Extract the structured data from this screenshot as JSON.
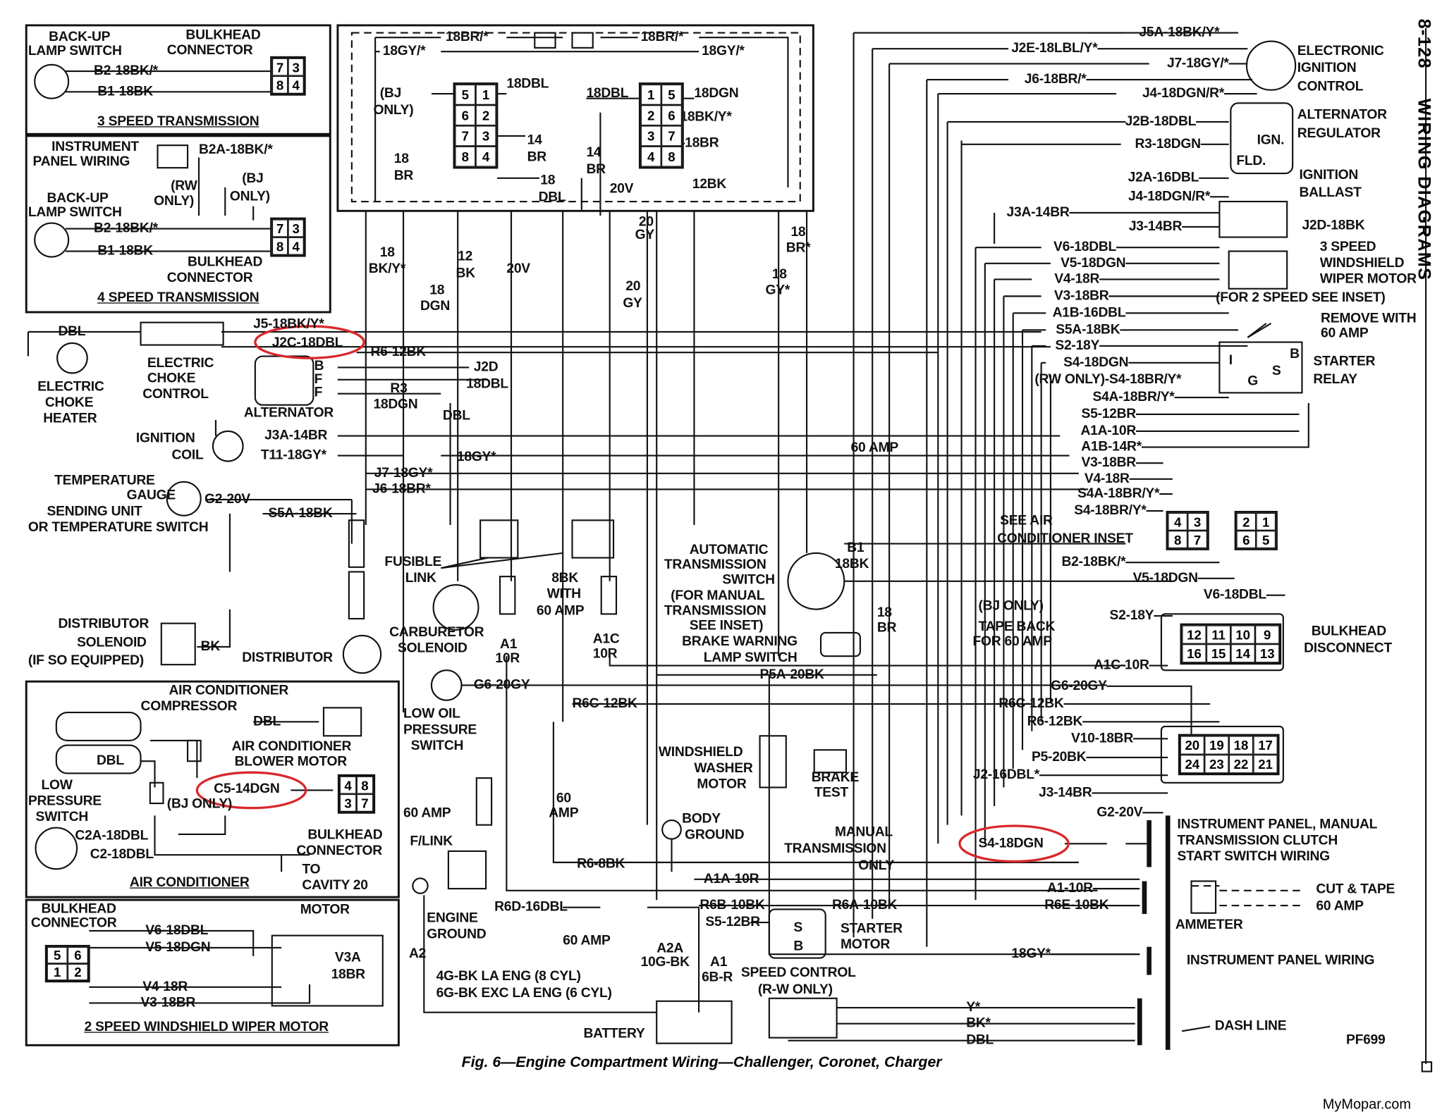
{
  "header": {
    "page_number": "8-128",
    "section_title": "WIRING DIAGRAMS"
  },
  "caption": "Fig. 6—Engine Compartment Wiring—Challenger, Coronet, Charger",
  "figure_code": "PF699",
  "credit": "MyMopar.com",
  "highlight_color": "#d8282c",
  "highlighted": [
    "J2C-18DBL",
    "C5-14DGN",
    "S4-18DGN"
  ],
  "connectors": [
    {
      "name": "3-speed-bulkhead-connector",
      "pins": [
        [
          "7",
          "3"
        ],
        [
          "8",
          "4"
        ]
      ]
    },
    {
      "name": "4-speed-bulkhead-connector",
      "pins": [
        [
          "7",
          "3"
        ],
        [
          "8",
          "4"
        ]
      ]
    },
    {
      "name": "top-left-connector",
      "pins": [
        [
          "5",
          "1"
        ],
        [
          "6",
          "2"
        ],
        [
          "7",
          "3"
        ],
        [
          "8",
          "4"
        ]
      ]
    },
    {
      "name": "top-right-connector",
      "pins": [
        [
          "1",
          "5"
        ],
        [
          "2",
          "6"
        ],
        [
          "3",
          "7"
        ],
        [
          "4",
          "8"
        ]
      ]
    },
    {
      "name": "ac-bulkhead-connector",
      "pins": [
        [
          "4",
          "8"
        ],
        [
          "3",
          "7"
        ]
      ]
    },
    {
      "name": "wiper-bulkhead-connector",
      "pins": [
        [
          "5",
          "6"
        ],
        [
          "1",
          "2"
        ]
      ]
    },
    {
      "name": "ac-inset-connector-a",
      "pins": [
        [
          "4",
          "3"
        ],
        [
          "8",
          "7"
        ]
      ]
    },
    {
      "name": "ac-inset-connector-b",
      "pins": [
        [
          "2",
          "1"
        ],
        [
          "6",
          "5"
        ]
      ]
    },
    {
      "name": "bulkhead-disconnect-upper",
      "pins": [
        [
          "12",
          "11",
          "10",
          "9"
        ],
        [
          "16",
          "15",
          "14",
          "13"
        ]
      ]
    },
    {
      "name": "bulkhead-disconnect-lower",
      "pins": [
        [
          "20",
          "19",
          "18",
          "17"
        ],
        [
          "24",
          "23",
          "22",
          "21"
        ]
      ]
    }
  ],
  "labels": {
    "box1": [
      "BACK-UP",
      "LAMP SWITCH",
      "BULKHEAD",
      "CONNECTOR",
      "B2-18BK/*",
      "B1-18BK",
      "3 SPEED TRANSMISSION"
    ],
    "box2": [
      "INSTRUMENT",
      "PANEL WIRING",
      "B2A-18BK/*",
      "(RW",
      "ONLY)",
      "(BJ",
      "ONLY)",
      "BACK-UP",
      "LAMP SWITCH",
      "B2-18BK/*",
      "B1-18BK",
      "BULKHEAD",
      "CONNECTOR",
      "4 SPEED TRANSMISSION"
    ],
    "top": [
      "18BR/*",
      "18BR/*",
      "18GY/*",
      "18GY/*",
      "(BJ",
      "ONLY)",
      "18DBL",
      "18DBL",
      "18DGN",
      "18BK/Y*",
      "18BR",
      "14",
      "BR",
      "18",
      "BR",
      "18",
      "DBL",
      "14",
      "BR",
      "20V",
      "12BK",
      "20",
      "GY",
      "18",
      "BR*",
      "18",
      "BK/Y*",
      "12",
      "BK",
      "20V",
      "18",
      "DGN",
      "20",
      "GY",
      "18",
      "GY*"
    ],
    "left": [
      "DBL",
      "J5-18BK/Y*",
      "J2C-18DBL",
      "R6-12BK",
      "ELECTRIC",
      "CHOKE",
      "CONTROL",
      "ELECTRIC",
      "CHOKE",
      "HEATER",
      "J2D",
      "18DBL",
      "R3",
      "18DGN",
      "DBL",
      "ALTERNATOR",
      "B",
      "F",
      "F",
      "IGNITION",
      "COIL",
      "J3A-14BR",
      "T11-18GY*",
      "18GY*",
      "J7-18GY*",
      "J6-18BR*",
      "TEMPERATURE",
      "GAUGE",
      "SENDING UNIT",
      "OR TEMPERATURE SWITCH",
      "G2-20V",
      "S5A-18BK",
      "60 AMP"
    ],
    "mid": [
      "FUSIBLE",
      "LINK",
      "8BK",
      "WITH",
      "60 AMP",
      "CARBURETOR",
      "SOLENOID",
      "A1",
      "10R",
      "A1C",
      "10R",
      "DISTRIBUTOR",
      "SOLENOID",
      "(IF SO EQUIPPED)",
      "BK",
      "DISTRIBUTOR",
      "LOW OIL",
      "PRESSURE",
      "SWITCH",
      "G6-20GY",
      "R6C-12BK",
      "60 AMP",
      "F/LINK",
      "60",
      "AMP",
      "R6-8BK",
      "ENGINE",
      "GROUND",
      "A2",
      "R6D-16DBL",
      "60 AMP",
      "A2A",
      "10G-BK",
      "A1",
      "6B-R",
      "4G-BK LA ENG (8 CYL)",
      "6G-BK EXC LA ENG (6 CYL)",
      "BATTERY",
      "BODY",
      "GROUND",
      "A1A-10R",
      "R6B-10BK",
      "S5-12BR",
      "R6A-10BK",
      "S",
      "B",
      "STARTER",
      "MOTOR",
      "SPEED CONTROL",
      "(R-W ONLY)",
      "Y*",
      "BK*",
      "DBL",
      "WINDSHIELD",
      "WASHER",
      "MOTOR",
      "BRAKE",
      "TEST",
      "AUTOMATIC",
      "TRANSMISSION",
      "SWITCH",
      "(FOR MANUAL",
      "TRANSMISSION",
      "SEE INSET)",
      "B1",
      "18BK",
      "18",
      "BR",
      "BRAKE WARNING",
      "LAMP SWITCH",
      "P5A-20BK",
      "MANUAL",
      "TRANSMISSION",
      "ONLY"
    ],
    "right": [
      "J5A-18BK/Y*",
      "J2E-18LBL/Y*",
      "J7-18GY/*",
      "J6-18BR/*",
      "J4-18DGN/R*",
      "J2B-18DBL",
      "R3-18DGN",
      "J2A-16DBL",
      "J4-18DGN/R*",
      "J3A-14BR",
      "J3-14BR",
      "J2D-18BK",
      "V6-18DBL",
      "V5-18DGN",
      "V4-18R",
      "V3-18BR",
      "A1B-16DBL",
      "S5A-18BK",
      "S2-18Y",
      "S4-18DGN",
      "(RW ONLY)-S4-18BR/Y*",
      "G",
      "S4A-18BR/Y*",
      "S5-12BR",
      "A1A-10R",
      "A1B-14R*",
      "V3-18BR",
      "V4-18R",
      "S4A-18BR/Y*",
      "S4-18BR/Y*",
      "SEE AIR",
      "CONDITIONER INSET",
      "B2-18BK/*",
      "V5-18DGN",
      "V6-18DBL",
      "(BJ ONLY)",
      "S2-18Y",
      "TAPE BACK",
      "FOR 60 AMP",
      "A1C-10R",
      "G6-20GY",
      "R6C-12BK",
      "R6-12BK",
      "V10-18BR",
      "P5-20BK",
      "J2-16DBL*",
      "J3-14BR",
      "G2-20V",
      "S4-18DGN",
      "A1-10R",
      "R6E-10BK",
      "18GY*"
    ],
    "far": [
      "ELECTRONIC",
      "IGNITION",
      "CONTROL",
      "ALTERNATOR",
      "REGULATOR",
      "IGN.",
      "FLD.",
      "IGNITION",
      "BALLAST",
      "3 SPEED",
      "WINDSHIELD",
      "WIPER MOTOR",
      "(FOR 2 SPEED SEE INSET)",
      "REMOVE WITH",
      "60 AMP",
      "STARTER",
      "RELAY",
      "I",
      "S",
      "B",
      "BULKHEAD",
      "DISCONNECT",
      "INSTRUMENT PANEL, MANUAL",
      "TRANSMISSION CLUTCH",
      "START SWITCH WIRING",
      "CUT & TAPE",
      "60 AMP",
      "AMMETER",
      "INSTRUMENT PANEL WIRING",
      "DASH LINE"
    ],
    "ac": [
      "AIR CONDITIONER",
      "COMPRESSOR",
      "DBL",
      "AIR CONDITIONER",
      "BLOWER MOTOR",
      "DBL",
      "C5-14DGN",
      "LOW",
      "PRESSURE",
      "SWITCH",
      "(BJ ONLY)",
      "C2A-18DBL",
      "C2-18DBL",
      "BULKHEAD",
      "CONNECTOR",
      "TO",
      "CAVITY 20",
      "AIR CONDITIONER"
    ],
    "wiper": [
      "BULKHEAD",
      "CONNECTOR",
      "MOTOR",
      "V6-18DBL",
      "V5-18DGN",
      "V3A",
      "18BR",
      "V4-18R",
      "V3-18BR",
      "2 SPEED WINDSHIELD WIPER MOTOR"
    ]
  }
}
